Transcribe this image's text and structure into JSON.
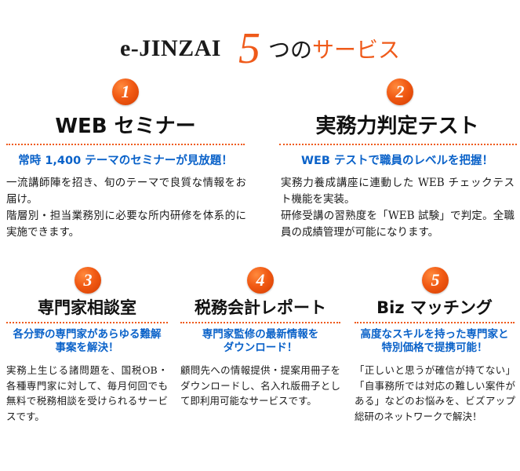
{
  "header": {
    "brand": "e-JINZAI",
    "number": "5",
    "tsu": "つの",
    "service": "サービス"
  },
  "services": [
    {
      "number": "1",
      "title": "WEB セミナー",
      "subtitle": "常時 1,400 テーマのセミナーが見放題！",
      "description": [
        "一流講師陣を招き、旬のテーマで良質な情報をお届け。",
        "階層別・担当業務別に必要な所内研修を体系的に実施できます。"
      ]
    },
    {
      "number": "2",
      "title": "実務力判定テスト",
      "subtitle": "WEB テストで職員のレベルを把握！",
      "description": [
        "実務力養成講座に連動した WEB チェックテスト機能を実装。",
        "研修受講の習熟度を「WEB 試験」で判定。全職員の成績管理が可能になります。"
      ]
    },
    {
      "number": "3",
      "title": "専門家相談室",
      "subtitle": [
        "各分野の専門家があらゆる難解",
        "事案を解決！"
      ],
      "description": [
        "実務上生じる諸問題を、国税OB・各種専門家に対して、毎月何回でも無料で税務相談を受けられるサービスです。"
      ]
    },
    {
      "number": "4",
      "title": "税務会計レポート",
      "subtitle": [
        "専門家監修の最新情報を",
        "ダウンロード！"
      ],
      "description": [
        "顧問先への情報提供・提案用冊子をダウンロードし、名入れ版冊子として即利用可能なサービスです。"
      ]
    },
    {
      "number": "5",
      "title": "Biz マッチング",
      "subtitle": [
        "高度なスキルを持った専門家と",
        "特別価格で提携可能！"
      ],
      "description": [
        "「正しいと思うが確信が持てない」「自事務所では対応の難しい案件がある」などのお悩みを、ビズアップ総研のネットワークで解決！"
      ]
    }
  ],
  "colors": {
    "accent": "#ef5a1a",
    "subtitle_blue": "#0a62c9",
    "text": "#1a1a1a"
  }
}
